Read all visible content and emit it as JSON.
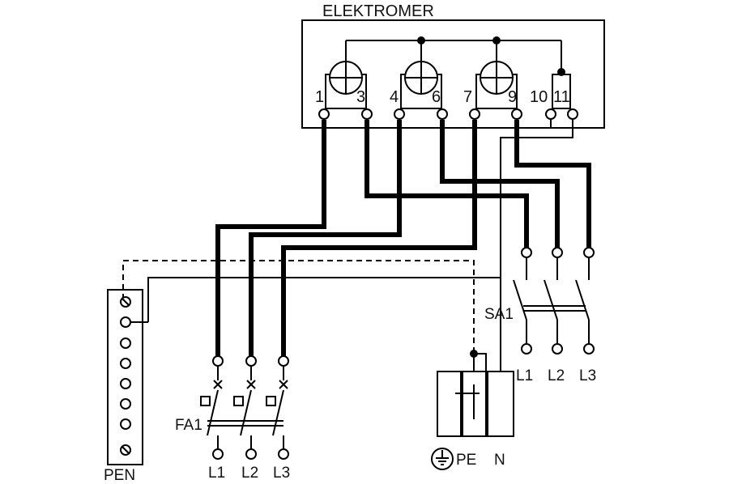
{
  "meter": {
    "title": "ELEKTROMER",
    "terminals": [
      "1",
      "3",
      "4",
      "6",
      "7",
      "9",
      "10",
      "11"
    ]
  },
  "switch_sa1": {
    "label": "SA1",
    "outputs": [
      "L1",
      "L2",
      "L3"
    ]
  },
  "breaker_fa1": {
    "label": "FA1",
    "outputs": [
      "L1",
      "L2",
      "L3"
    ]
  },
  "pen_bar": {
    "label": "PEN"
  },
  "ground": {
    "labels": [
      "PE",
      "N"
    ]
  }
}
